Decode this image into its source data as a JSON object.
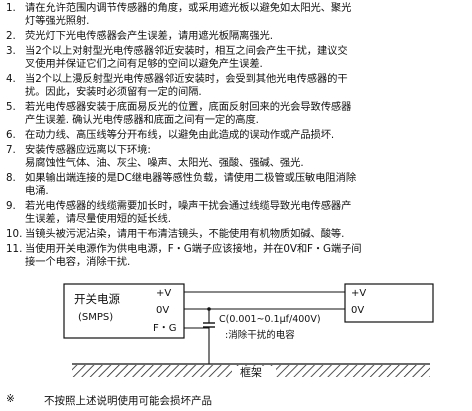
{
  "notes": [
    {
      "num": "1.",
      "lines": [
        "请在允许范围内调节传感器的角度，或采用遮光板以避免如太阳光、聚光",
        "灯等强光照射."
      ]
    },
    {
      "num": "2.",
      "lines": [
        "荧光灯下光电传感器会产生误差，请用遮光板隔离强光."
      ]
    },
    {
      "num": "3.",
      "lines": [
        "当2个以上对射型光电传感器邻近安装时，相互之间会产生干扰，建议交",
        "叉使用并保证它们之间有足够的空间以避免产生误差."
      ]
    },
    {
      "num": "4.",
      "lines": [
        "当2个以上漫反射型光电传感器邻近安装时，会受到其他光电传感器的干",
        "扰。因此，安装时必须留有一定的间隔."
      ]
    },
    {
      "num": "5.",
      "lines": [
        "若光电传感器安装于底面易反光的位置，底面反射回来的光会导致传感器",
        "产生误差. 确认光电传感器和底面之间有一定的高度."
      ]
    },
    {
      "num": "6.",
      "lines": [
        "在动力线、高压线等分开布线，以避免由此造成的误动作或产品损坏."
      ]
    },
    {
      "num": "7.",
      "lines": [
        "安装传感器应远离以下环境:",
        "易腐蚀性气体、油、灰尘、噪声、太阳光、强酸、强碱、强光."
      ]
    },
    {
      "num": "8.",
      "lines": [
        "如果输出端连接的是DC继电器等感性负载，请使用二极管或压敏电阻消除",
        "电涌."
      ]
    },
    {
      "num": "9.",
      "lines": [
        "若光电传感器的线缆需要加长时，噪声干扰会通过线缆导致光电传感器产",
        "生误差，请尽量使用短的延长线."
      ]
    },
    {
      "num": "10.",
      "lines": [
        "当镜头被污泥沾染，请用干布清洁镜头，不能使用有机物质如碱、酸等."
      ]
    },
    {
      "num": "11.",
      "lines": [
        "当使用开关电源作为供电电源，F・G端子应该接地，并在0V和F・G端子间",
        "接一个电容，消除干扰."
      ]
    }
  ],
  "diagram": {
    "power_title": "开关电源",
    "power_subtitle": "(SMPS)",
    "term_plus": "+V",
    "term_zero": "0V",
    "term_fg": "F・G",
    "sensor_plus": "+V",
    "sensor_zero": "0V",
    "cap_value": "C(0.001~0.1μf/400V)",
    "cap_note": ":消除干扰的电容",
    "frame_label": "框架"
  },
  "footnote": {
    "mark": "※",
    "text": "不按照上述说明使用可能会损坏产品"
  }
}
